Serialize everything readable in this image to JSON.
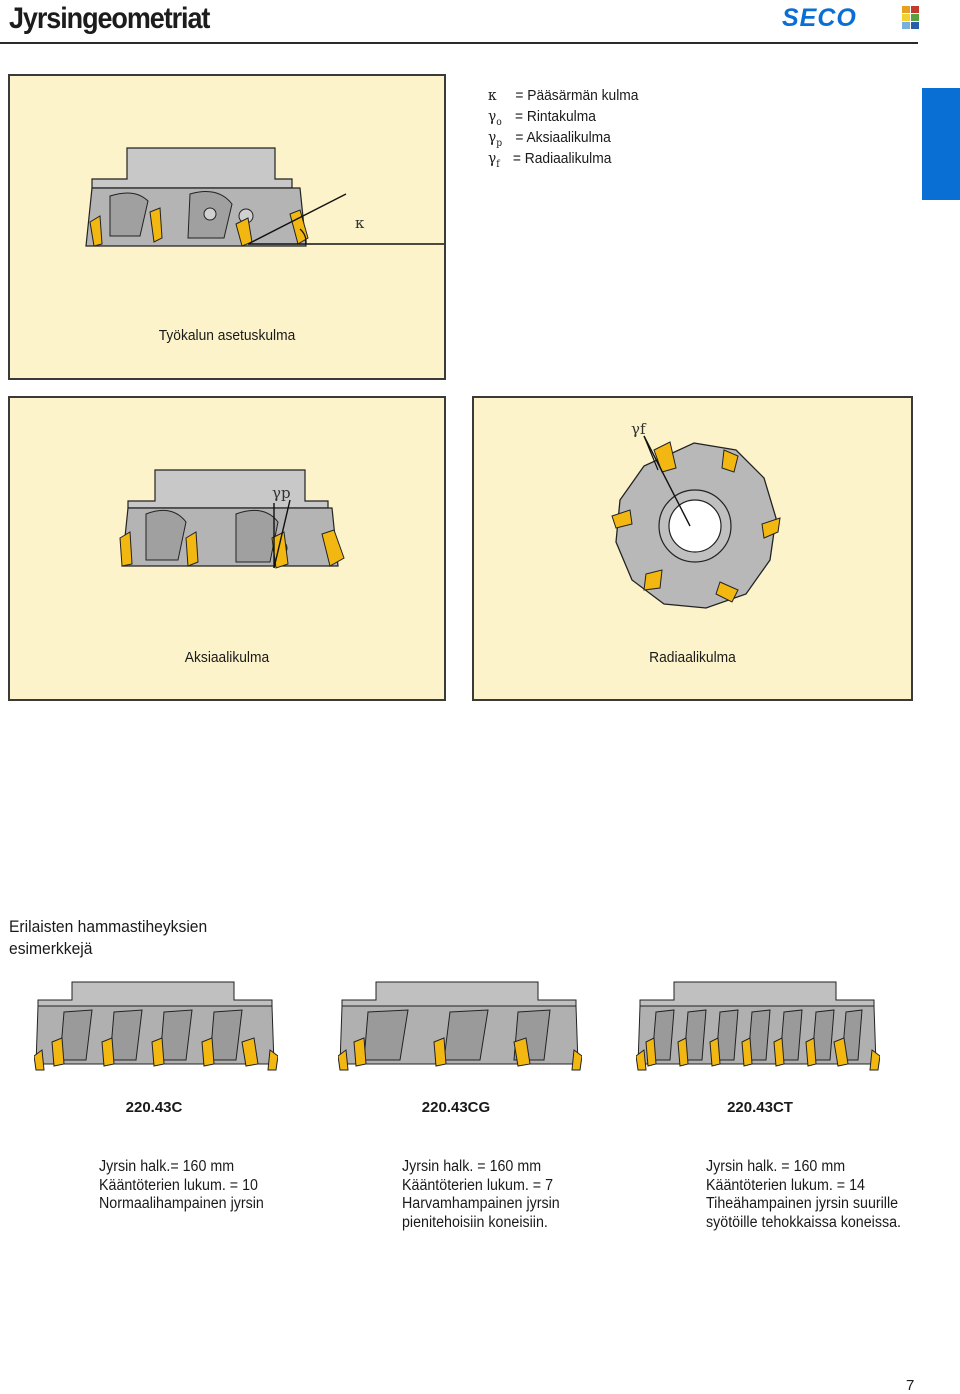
{
  "header": {
    "title": "Jyrsingeometriat",
    "logo_text": "SECO",
    "brand_color": "#0a6fd4"
  },
  "legend": [
    {
      "symbol": "κ",
      "sub": "",
      "text": "= Pääsärmän kulma"
    },
    {
      "symbol": "γ",
      "sub": "o",
      "text": "= Rintakulma"
    },
    {
      "symbol": "γ",
      "sub": "p",
      "text": "= Aksiaalikulma"
    },
    {
      "symbol": "γ",
      "sub": "f",
      "text": "= Radiaalikulma"
    }
  ],
  "diagram_labels": {
    "kappa": "κ",
    "gamma_p": "γp",
    "gamma_f": "γf"
  },
  "captions": {
    "top": "Työkalun asetuskulma",
    "axial": "Aksiaalikulma",
    "radial": "Radiaalikulma"
  },
  "section_heading": {
    "line1": "Erilaisten hammastiheyksien",
    "line2": "esimerkkejä"
  },
  "cutters": [
    {
      "model": "220.43C",
      "lines": [
        "Jyrsin halk.= 160 mm",
        "Kääntöterien lukum. = 10",
        "Normaalihampainen jyrsin",
        ""
      ]
    },
    {
      "model": "220.43CG",
      "lines": [
        "Jyrsin halk. = 160 mm",
        "Kääntöterien lukum. = 7",
        "Harvamhampainen jyrsin",
        "pienitehoisiin koneisiin."
      ]
    },
    {
      "model": "220.43CT",
      "lines": [
        "Jyrsin halk. = 160 mm",
        "Kääntöterien lukum. = 14",
        "Tiheähampainen jyrsin suurille",
        "syötöille tehokkaissa koneissa."
      ]
    }
  ],
  "page_number": "7"
}
